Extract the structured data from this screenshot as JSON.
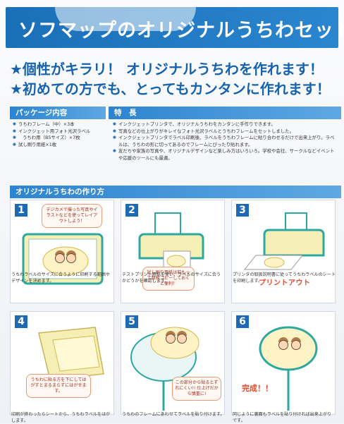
{
  "title": "ソフマップのオリジナルうちわセット",
  "headline_1": "★個性がキラリ！ オリジナルうちわを作れます！",
  "headline_2": "★初めての方でも、とってもカンタンに作れます！",
  "package": {
    "heading": "パッケージ内容",
    "items": [
      "うちわフレーム（中）×3本",
      "インクジェット用フォト光沢ラベル",
      "うちわ用（B5サイズ）×7枚",
      "試し刷り用紙×1枚"
    ]
  },
  "features": {
    "heading": "特　長",
    "items": [
      "インクジェットプリンタで、オリジナルうちわをカンタンに手作りできます。",
      "写真などの仕上がりがキレイなフォト光沢ラベルとうちわフレームをセットしました。",
      "インクジェットプリンタでラベル印刷後、ラベルをうちわフレームに貼り合わせるだけで出来上がり。ラベルは、うちわの形に切ってあるのでフレームにぴったり貼れます。",
      "友だちや家族の写真や、オリジナルデザインなど楽しみ方はいろいろ。学校や会社、サークルなどイベントや応援のツールにも最適。"
    ]
  },
  "howto": {
    "heading": "オリジナルうちわの作り方",
    "steps": [
      {
        "num": "1",
        "note": "デジカメで撮った写真やイラストなどを使ってレイアウトしよう！",
        "caption": "うちわラベルのサイズに合うように印刷する範囲やデザインを決めます。"
      },
      {
        "num": "2",
        "note": "試し刷り用紙は前もって数枚コピーしておくと便利！",
        "caption": "テストプリント用紙を使い、ラベルのサイズに合うかどうかを確認します。"
      },
      {
        "num": "3",
        "label": "プリントアウト",
        "caption": "プリンタの取扱説明書に従ってうちわラベルのシートを印刷します。"
      },
      {
        "num": "4",
        "note": "うちわに貼る方を下にしてはがすとまるまらずにはがせます。",
        "caption": "印刷が終わったらシートから、うちわラベルをはがします。"
      },
      {
        "num": "5",
        "note": "この部分から貼るとずれにくい!! 仕上げだから慎重に!",
        "caption": "うちわのフレームにあわせてラベルを貼り付けます。"
      },
      {
        "num": "6",
        "label": "完成！！",
        "caption": "同じように裏面もラベルを貼り付ければ出来上がりです。"
      }
    ]
  },
  "colors": {
    "brand_blue": "#1a6fb8",
    "accent_red": "#e04a2f",
    "frame_yellow": "#f6efb5",
    "frame_teal": "#2da8a0"
  }
}
